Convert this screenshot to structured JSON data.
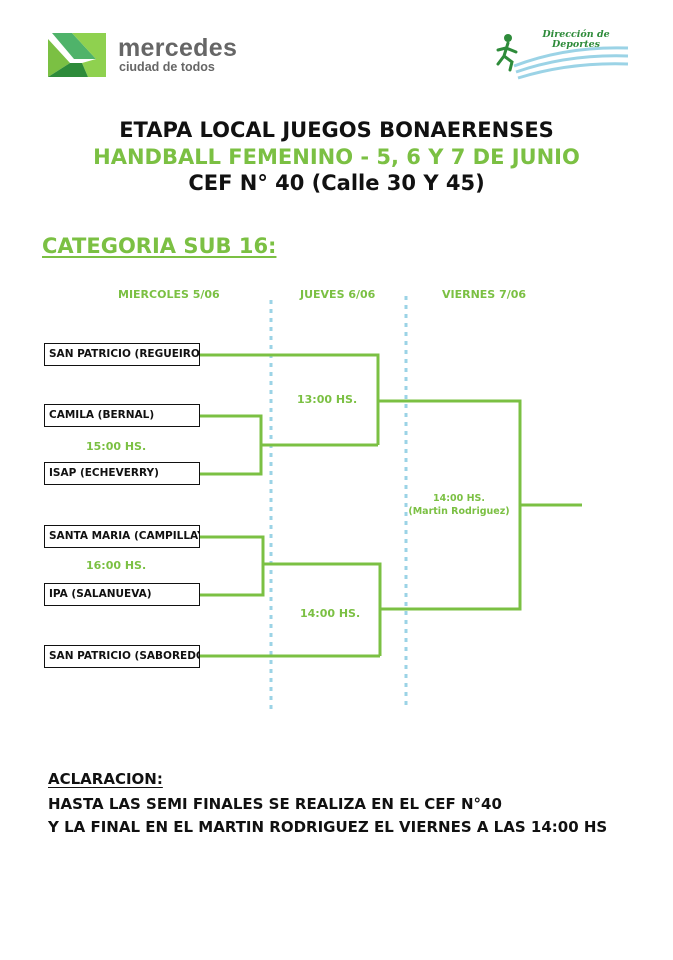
{
  "header": {
    "brand_name": "mercedes",
    "brand_tagline": "ciudad de todos",
    "sports_logo_text": "Dirección de Deportes",
    "colors": {
      "brand_green": "#7bc043",
      "brand_dark_green": "#2e8b3a",
      "text_gray": "#666666",
      "water_blue": "#9bd3e6"
    }
  },
  "titles": {
    "line1": "ETAPA LOCAL JUEGOS BONAERENSES",
    "line2": "HANDBALL FEMENINO - 5, 6 Y 7 DE JUNIO",
    "line3": "CEF N° 40 (Calle 30 Y 45)"
  },
  "category": "CATEGORIA SUB 16:",
  "days": [
    "MIERCOLES 5/06",
    "JUEVES 6/06",
    "VIERNES 7/06"
  ],
  "teams": [
    "SAN PATRICIO (REGUEIRO)",
    "CAMILA (BERNAL)",
    "ISAP (ECHEVERRY)",
    "SANTA MARIA (CAMPILLAY)",
    "IPA (SALANUEVA)",
    "SAN PATRICIO (SABOREDO)"
  ],
  "times": {
    "match1": "15:00 HS.",
    "match2": "16:00 HS.",
    "semi1": "13:00 HS.",
    "semi2": "14:00 HS.",
    "final_time": "14:00 HS.",
    "final_venue": "(Martin Rodriguez)"
  },
  "note": {
    "heading": "ACLARACION:",
    "line1": "HASTA LAS SEMI FINALES SE REALIZA EN EL CEF N°40",
    "line2": "Y LA FINAL EN EL MARTIN RODRIGUEZ EL VIERNES A LAS 14:00 HS"
  },
  "bracket_colors": {
    "line": "#7bc043",
    "divider": "#9bd3e6"
  }
}
